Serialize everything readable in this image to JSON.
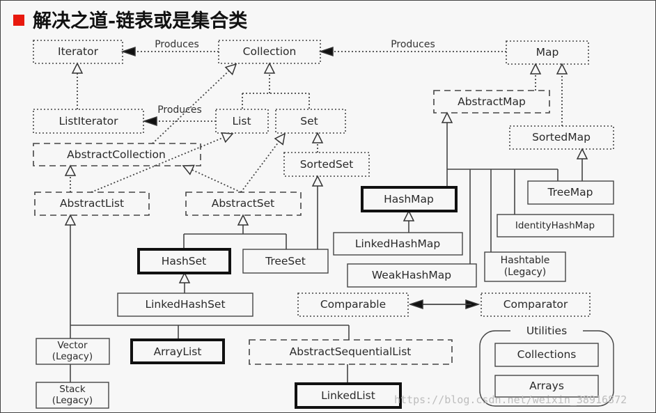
{
  "title": "解决之道-链表或是集合类",
  "accent_color": "#e8190e",
  "produces": [
    "Produces",
    "Produces",
    "Produces"
  ],
  "nodes": {
    "iterator": "Iterator",
    "collection": "Collection",
    "map": "Map",
    "list_iterator": "ListIterator",
    "list": "List",
    "set": "Set",
    "abstract_map": "AbstractMap",
    "sorted_map": "SortedMap",
    "abstract_collection": "AbstractCollection",
    "sorted_set": "SortedSet",
    "abstract_list": "AbstractList",
    "abstract_set": "AbstractSet",
    "hash_map": "HashMap",
    "tree_map": "TreeMap",
    "linked_hash_map": "LinkedHashMap",
    "identity_hash_map": "IdentityHashMap",
    "weak_hash_map": "WeakHashMap",
    "hashtable": [
      "Hashtable",
      "(Legacy)"
    ],
    "hash_set": "HashSet",
    "tree_set": "TreeSet",
    "linked_hash_set": "LinkedHashSet",
    "comparable": "Comparable",
    "comparator": "Comparator",
    "utilities": "Utilities",
    "collections": "Collections",
    "arrays": "Arrays",
    "vector": [
      "Vector",
      "(Legacy)"
    ],
    "array_list": "ArrayList",
    "abstract_sequential_list": "AbstractSequentialList",
    "stack": [
      "Stack",
      "(Legacy)"
    ],
    "linked_list": "LinkedList"
  },
  "watermark": "https://blog.csdn.net/weixin_38916872"
}
